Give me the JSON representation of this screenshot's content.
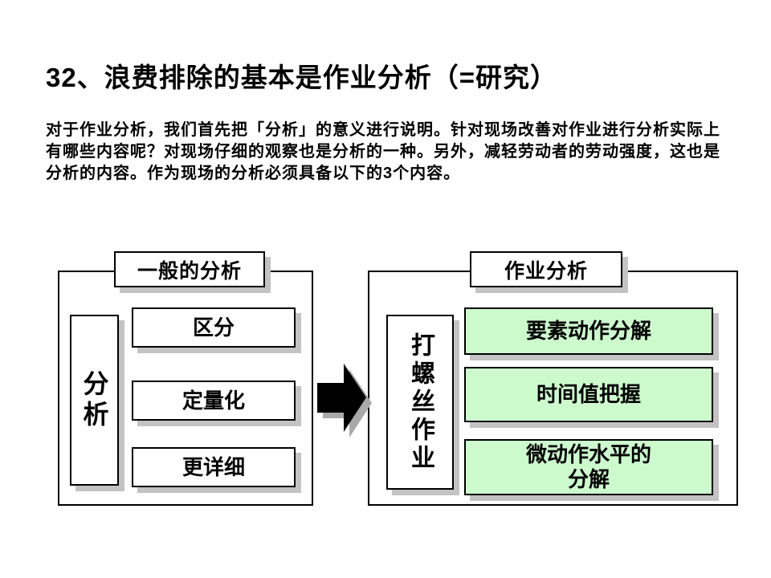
{
  "slide": {
    "title": "32、浪费排除的基本是作业分析（=研究）",
    "intro_lines": [
      "对于作业分析，我们首先把「分析」的意义进行说明。针对现场改善对作业进行分析实际上",
      "有哪些内容呢？对现场仔细的观察也是分析的一种。另外，减轻劳动者的劳动强度，这也是",
      "分析的内容。作为现场的分析必须具备以下的3个内容。"
    ]
  },
  "diagram": {
    "left_group": {
      "header": "一般的分析",
      "side_label": "分析",
      "items": [
        "区分",
        "定量化",
        "更详细"
      ]
    },
    "arrow": {
      "icon": "right-block-arrow-icon",
      "direction": "right"
    },
    "right_group": {
      "header": "作业分析",
      "side_label": "打螺丝作业",
      "items": [
        [
          "要素动作分解"
        ],
        [
          "时间值把握"
        ],
        [
          "微动作水平的",
          "分解"
        ]
      ]
    },
    "colors": {
      "item_green": "#ccfacd",
      "shadow_gray": "#c3c3c3",
      "arrow_black": "#000000"
    }
  }
}
